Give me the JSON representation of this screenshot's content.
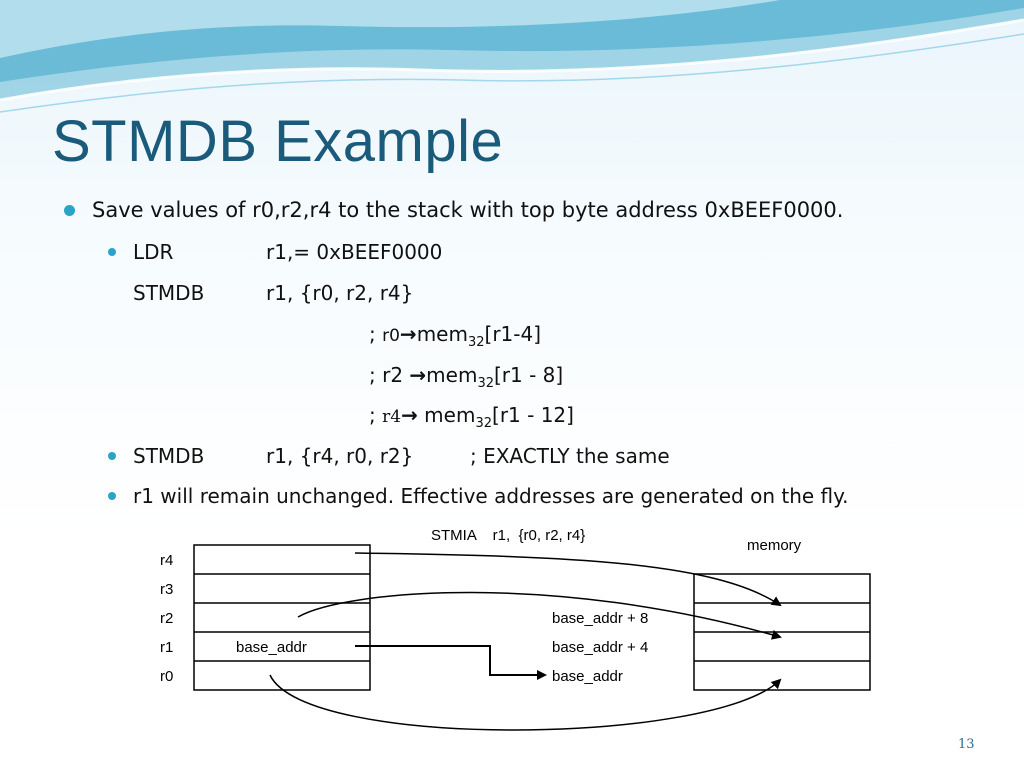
{
  "slide": {
    "title": "STMDB Example",
    "page_number": "13",
    "bullets": {
      "main": "Save values of r0,r2,r4 to the stack with top byte address 0xBEEF0000.",
      "ldr_op": "LDR",
      "ldr_args": "r1,= 0xBEEF0000",
      "stmdb_op": "STMDB",
      "stmdb_args": "r1, {r0, r2, r4}",
      "c1_prefix": "; ",
      "c1_reg": "r0",
      "c1_mem": "mem",
      "c1_sub": "32",
      "c1_rest": "[r1-4]",
      "c2_prefix": "; r2 ",
      "c2_mem": "mem",
      "c2_sub": "32",
      "c2_rest": "[r1 - 8]",
      "c3_prefix": "; ",
      "c3_reg": "r4",
      "c3_mem": " mem",
      "c3_sub": "32",
      "c3_rest": "[r1 - 12]",
      "arrow": "→",
      "stmdb2_op": "STMDB",
      "stmdb2_args": "r1, {r4, r0, r2}",
      "stmdb2_comment": "; EXACTLY the same",
      "note": "r1 will remain unchanged. Effective addresses are generated on the fly."
    }
  },
  "diagram": {
    "instruction": "STMIA    r1,  {r0, r2, r4}",
    "memory_label": "memory",
    "registers": [
      "r4",
      "r3",
      "r2",
      "r1",
      "r0"
    ],
    "r1_content": "base_addr",
    "addresses": [
      "base_addr + 8",
      "base_addr + 4",
      "base_addr"
    ]
  },
  "colors": {
    "title": "#1a5a7a",
    "bullet": "#2aa3c8",
    "wave_dark": "#5fb8d6",
    "wave_light": "#b9e1ef"
  }
}
